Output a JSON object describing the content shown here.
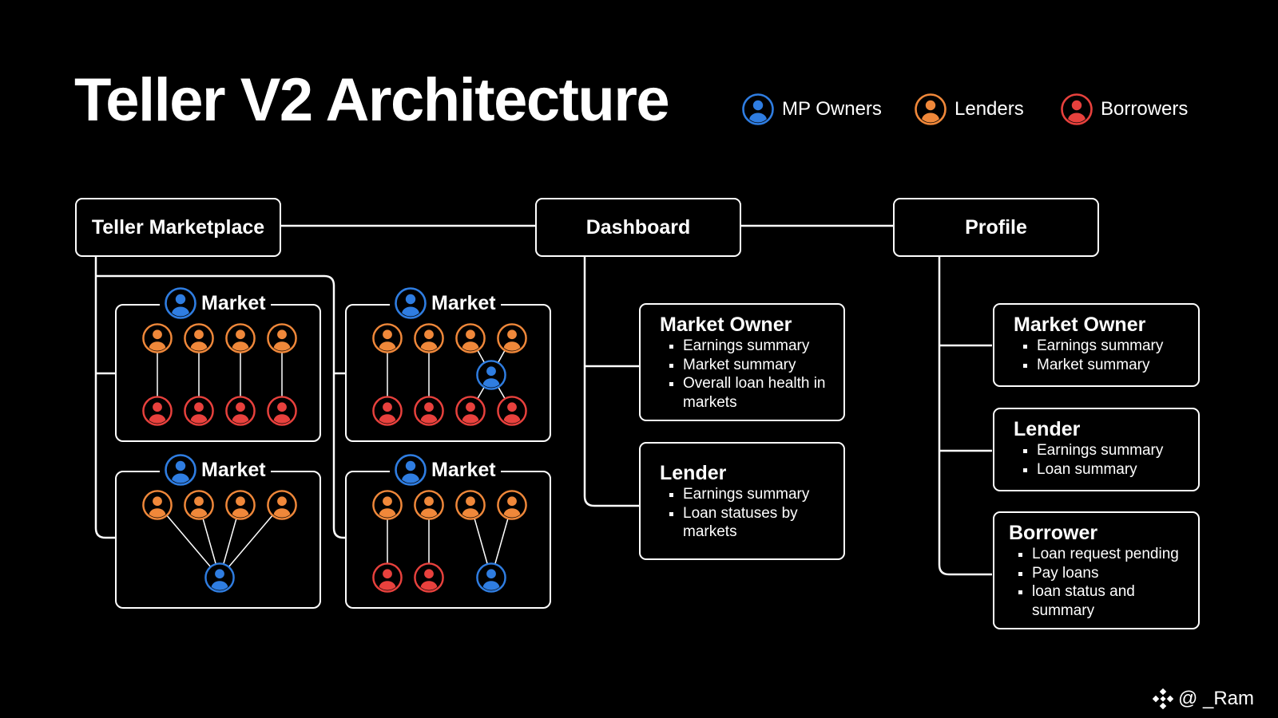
{
  "title": "Teller V2 Architecture",
  "colors": {
    "mp_owner": "#2f7de1",
    "lender": "#f0883a",
    "borrower": "#e8413d"
  },
  "legend": [
    {
      "label": "MP Owners",
      "icon": "mp-owner-icon"
    },
    {
      "label": "Lenders",
      "icon": "lender-icon"
    },
    {
      "label": "Borrowers",
      "icon": "borrower-icon"
    }
  ],
  "nodes": {
    "marketplace": "Teller Marketplace",
    "dashboard": "Dashboard",
    "profile": "Profile"
  },
  "market_label": "Market",
  "dashboard_cards": [
    {
      "title": "Market Owner",
      "items": [
        "Earnings summary",
        "Market summary",
        "Overall loan health in markets"
      ]
    },
    {
      "title": "Lender",
      "items": [
        "Earnings summary",
        "Loan statuses by markets"
      ]
    }
  ],
  "profile_cards": [
    {
      "title": "Market Owner",
      "items": [
        "Earnings summary",
        "Market summary"
      ]
    },
    {
      "title": "Lender",
      "items": [
        "Earnings summary",
        "Loan summary"
      ]
    },
    {
      "title": "Borrower",
      "items": [
        "Loan request pending",
        "Pay loans",
        "loan status and summary"
      ]
    }
  ],
  "watermark": "@ _Ram"
}
